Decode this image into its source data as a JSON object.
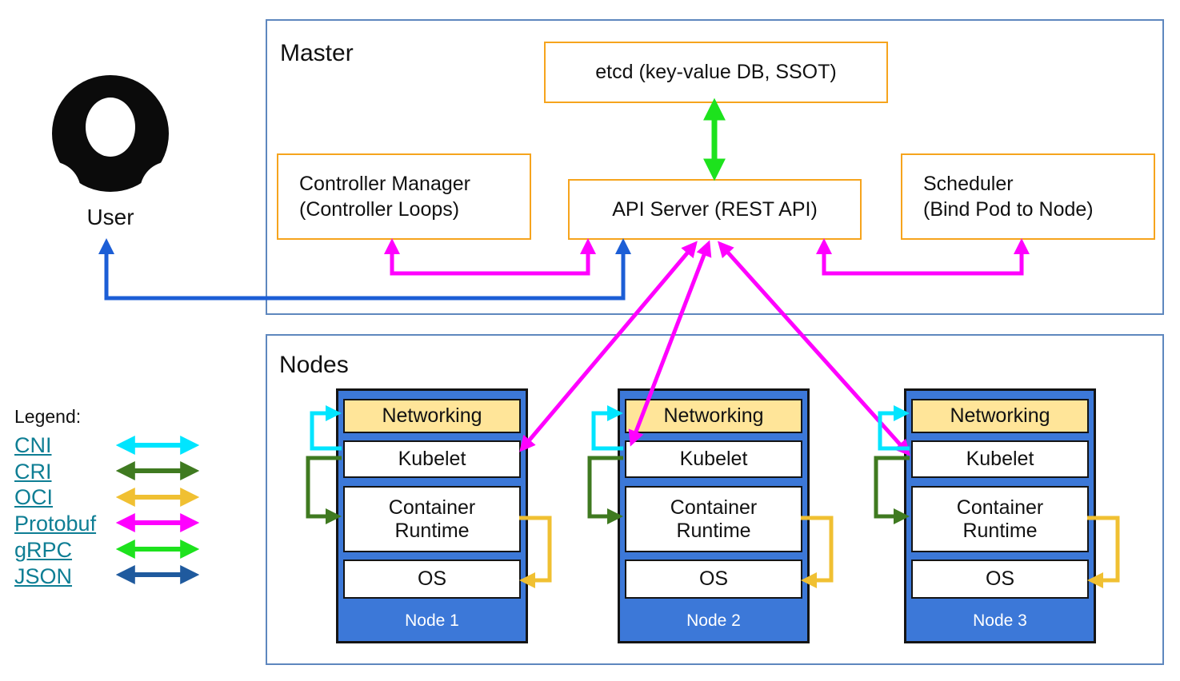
{
  "master": {
    "title": "Master",
    "etcd": "etcd (key-value DB, SSOT)",
    "controller_manager_line1": "Controller Manager",
    "controller_manager_line2": "(Controller Loops)",
    "api_server": "API Server (REST API)",
    "scheduler_line1": "Scheduler",
    "scheduler_line2": "(Bind Pod to Node)"
  },
  "nodes_section": {
    "title": "Nodes",
    "layers": {
      "networking": "Networking",
      "kubelet": "Kubelet",
      "runtime": "Container Runtime",
      "os": "OS"
    },
    "nodes": [
      {
        "label": "Node 1"
      },
      {
        "label": "Node 2"
      },
      {
        "label": "Node 3"
      }
    ]
  },
  "user": {
    "label": "User"
  },
  "legend": {
    "title": "Legend:",
    "items": [
      {
        "label": "CNI",
        "color": "#00e5ff"
      },
      {
        "label": "CRI",
        "color": "#3f7a20"
      },
      {
        "label": "OCI",
        "color": "#f0c032"
      },
      {
        "label": "Protobuf",
        "color": "#ff00ff"
      },
      {
        "label": "gRPC",
        "color": "#1de21d"
      },
      {
        "label": "JSON",
        "color": "#1f5a9e"
      }
    ]
  },
  "colors": {
    "cni_cyan": "#00e5ff",
    "cri_dark_green": "#3f7a20",
    "oci_gold": "#f0c032",
    "protobuf_magenta": "#ff00ff",
    "grpc_green": "#1de21d",
    "json_navy": "#1f5a9e",
    "user_json_blue": "#1c5ed6",
    "component_border_orange": "#f6a41d",
    "section_border_blue": "#5e87be",
    "node_fill_blue": "#3c78d8",
    "networking_fill": "#ffe599",
    "legend_link_teal": "#0e7e94"
  }
}
